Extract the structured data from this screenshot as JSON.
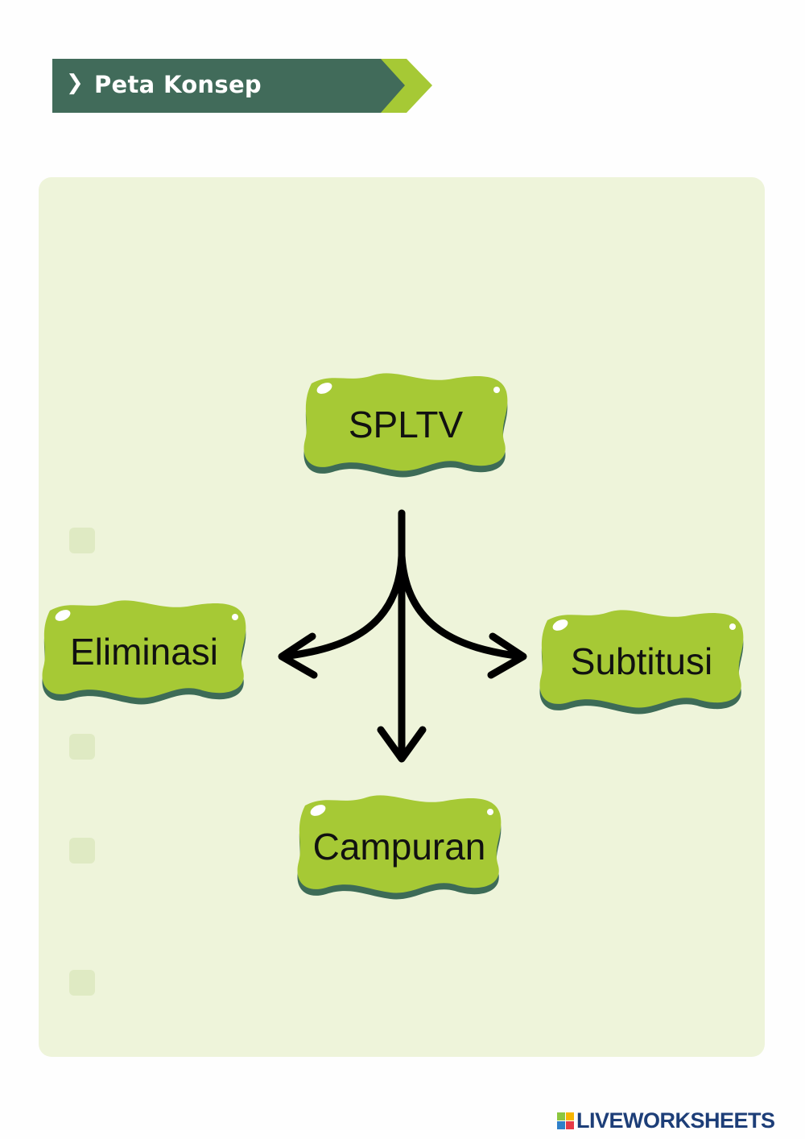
{
  "header": {
    "title": "Peta Konsep",
    "chevron_icon": "chevron-right-icon"
  },
  "concept_map": {
    "root": "SPLTV",
    "children": [
      "Eliminasi",
      "Campuran",
      "Subtitusi"
    ]
  },
  "footer": {
    "brand": "LIVEWORKSHEETS"
  },
  "colors": {
    "banner": "#416b5a",
    "accent": "#a6c935",
    "panel": "#eef4da",
    "shadow": "#3d6b57"
  }
}
